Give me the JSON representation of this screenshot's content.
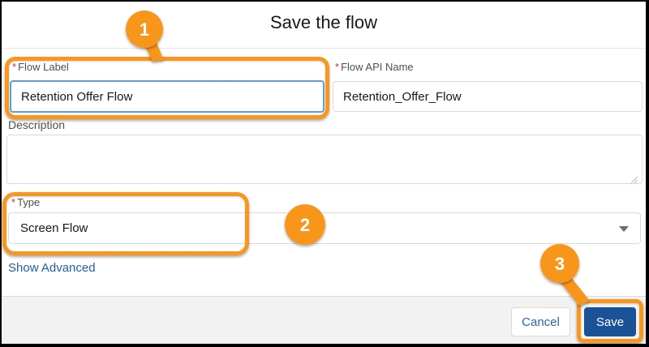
{
  "dialog": {
    "title": "Save the flow",
    "required_marker": "*",
    "fields": {
      "flow_label": {
        "label": "Flow Label",
        "value": "Retention Offer Flow"
      },
      "flow_api_name": {
        "label": "Flow API Name",
        "value": "Retention_Offer_Flow"
      },
      "description": {
        "label": "Description",
        "value": ""
      },
      "type": {
        "label": "Type",
        "value": "Screen Flow"
      }
    },
    "show_advanced_label": "Show Advanced",
    "footer": {
      "cancel_label": "Cancel",
      "save_label": "Save"
    }
  },
  "annotations": {
    "callout_1": "1",
    "callout_2": "2",
    "callout_3": "3",
    "accent_color": "#F8961F"
  },
  "colors": {
    "save_button_bg": "#1B5297",
    "focused_input_border": "#55A0E5",
    "link_text": "#1B5FAE",
    "required_marker": "#C23934",
    "footer_bg": "#F3F2F2"
  }
}
